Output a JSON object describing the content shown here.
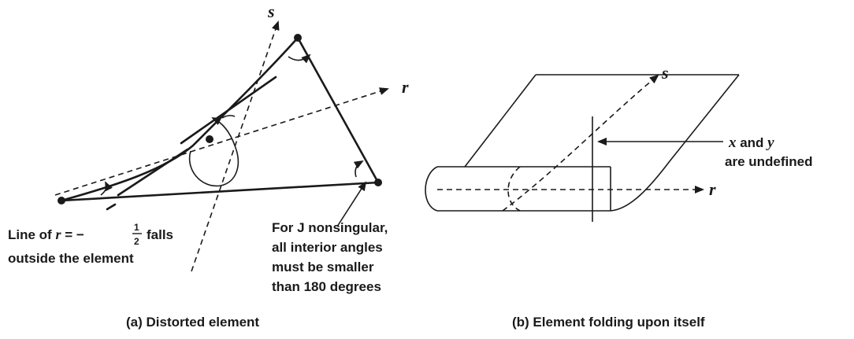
{
  "figure_a": {
    "axis_s": "s",
    "axis_r": "r",
    "line_label": {
      "line1_prefix": "Line of ",
      "line1_var": "r",
      "line1_eq": " = −",
      "frac_num": "1",
      "frac_den": "2",
      "line1_suffix": " falls",
      "line2": "outside the element"
    },
    "note": [
      "For J nonsingular,",
      "all interior angles",
      "must be smaller",
      "than 180 degrees"
    ],
    "caption": "(a)  Distorted element"
  },
  "figure_b": {
    "axis_s": "s",
    "axis_r": "r",
    "note": {
      "line1_x": "x",
      "line1_and": " and ",
      "line1_y": "y",
      "line2": "are undefined"
    },
    "caption": "(b)  Element folding upon itself"
  }
}
